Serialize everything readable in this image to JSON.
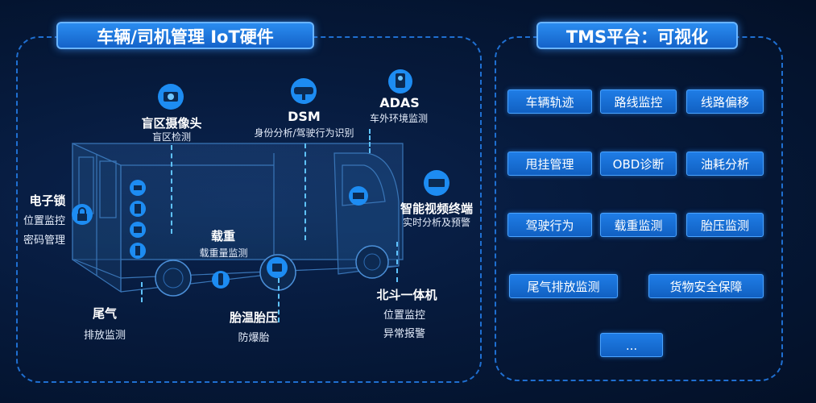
{
  "left_panel": {
    "title": "车辆/司机管理  IoT硬件",
    "labels": {
      "blind_camera_main": "盲区摄像头",
      "blind_camera_sub": "盲区检测",
      "dsm_main": "DSM",
      "dsm_sub": "身份分析/驾驶行为识别",
      "adas_main": "ADAS",
      "adas_sub": "车外环境监测",
      "lock_main": "电子锁",
      "lock_sub1": "位置监控",
      "lock_sub2": "密码管理",
      "video_main": "智能视频终端",
      "video_sub": "实时分析及预警",
      "load_main": "载重",
      "load_sub": "载重量监测",
      "tail_main": "尾气",
      "tail_sub": "排放监测",
      "tire_main": "胎温胎压",
      "tire_sub": "防爆胎",
      "beidou_main": "北斗一体机",
      "beidou_sub1": "位置监控",
      "beidou_sub2": "异常报警"
    }
  },
  "right_panel": {
    "title": "TMS平台：可视化",
    "buttons": [
      "车辆轨迹",
      "路线监控",
      "线路偏移",
      "甩挂管理",
      "OBD诊断",
      "油耗分析",
      "驾驶行为",
      "载重监测",
      "胎压监测",
      "尾气排放监测",
      "货物安全保障",
      "..."
    ]
  },
  "icons": [
    "camera-icon",
    "dsm-camera-icon",
    "adas-camera-icon",
    "lock-icon",
    "video-terminal-icon",
    "gps-device-icon",
    "tire-sensor-icon",
    "sensor-icon"
  ]
}
